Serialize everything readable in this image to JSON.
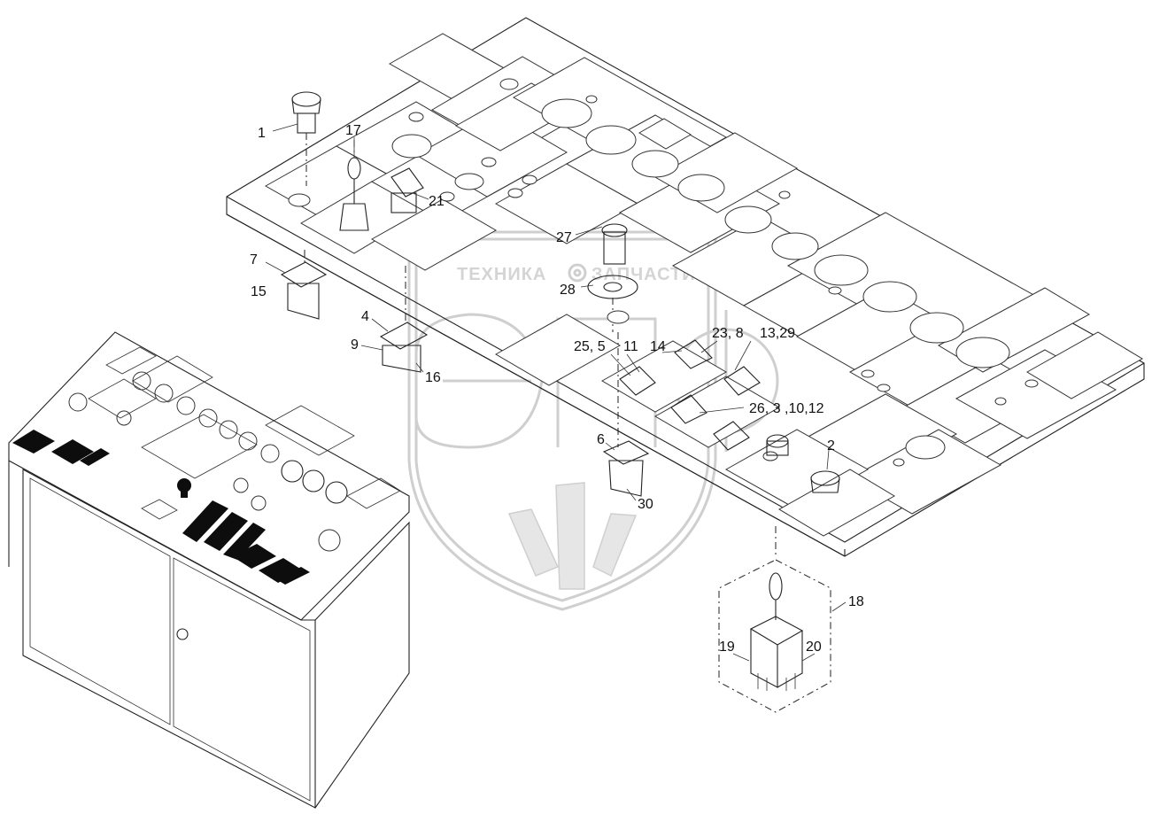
{
  "diagram": {
    "watermark_left": "ТЕХНИКА",
    "watermark_right": "ЗАПЧАСТИ",
    "callouts": [
      {
        "id": "c1",
        "text": "1"
      },
      {
        "id": "c17",
        "text": "17"
      },
      {
        "id": "c21",
        "text": "21"
      },
      {
        "id": "c27",
        "text": "27"
      },
      {
        "id": "c7",
        "text": "7"
      },
      {
        "id": "c15",
        "text": "15"
      },
      {
        "id": "c28",
        "text": "28"
      },
      {
        "id": "c4",
        "text": "4"
      },
      {
        "id": "c9",
        "text": "9"
      },
      {
        "id": "c16",
        "text": "16"
      },
      {
        "id": "c25",
        "text": "25, 5"
      },
      {
        "id": "c11",
        "text": "11"
      },
      {
        "id": "c14",
        "text": "14"
      },
      {
        "id": "c23",
        "text": "23, 8"
      },
      {
        "id": "c13",
        "text": "13,29"
      },
      {
        "id": "c26",
        "text": "26, 3 ,10,12"
      },
      {
        "id": "c6",
        "text": "6"
      },
      {
        "id": "c2",
        "text": "2"
      },
      {
        "id": "c30",
        "text": "30"
      },
      {
        "id": "c18",
        "text": "18"
      },
      {
        "id": "c19",
        "text": "19"
      },
      {
        "id": "c20",
        "text": "20"
      }
    ]
  }
}
